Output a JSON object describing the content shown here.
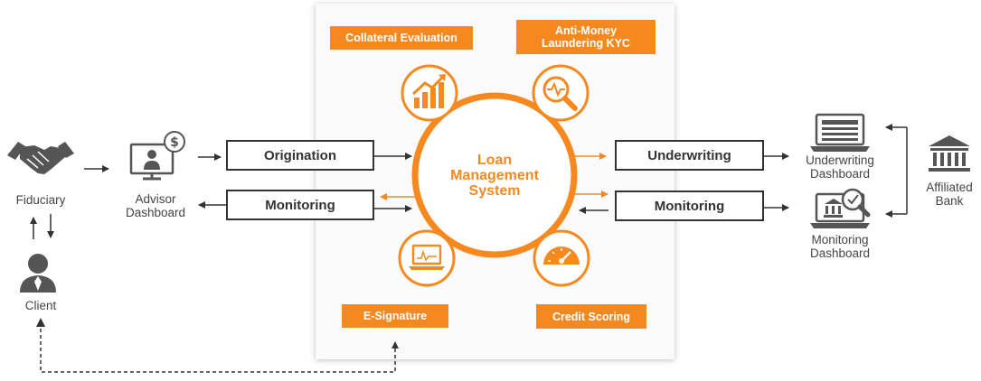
{
  "core": {
    "line1": "Loan",
    "line2": "Management",
    "line3": "System"
  },
  "tags": {
    "collateral": "Collateral Evaluation",
    "aml_line1": "Anti-Money",
    "aml_line2": "Laundering KYC",
    "esignature": "E-Signature",
    "credit": "Credit Scoring"
  },
  "boxes": {
    "origination": "Origination",
    "monitoring_left": "Monitoring",
    "underwriting": "Underwriting",
    "monitoring_right": "Monitoring"
  },
  "actors": {
    "fiduciary": "Fiduciary",
    "client": "Client",
    "advisor_line1": "Advisor",
    "advisor_line2": "Dashboard",
    "uw_line1": "Underwriting",
    "uw_line2": "Dashboard",
    "mon_line1": "Monitoring",
    "mon_line2": "Dashboard",
    "bank_line1": "Affiliated",
    "bank_line2": "Bank"
  },
  "colors": {
    "accent": "#f5891f",
    "dark": "#333333"
  }
}
